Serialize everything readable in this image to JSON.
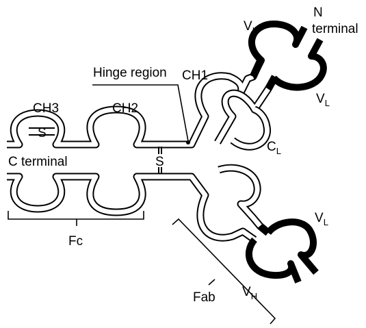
{
  "diagram": {
    "colors": {
      "line": "#000000",
      "background": "#ffffff"
    },
    "labels": {
      "n_terminal_line1": "N",
      "n_terminal_line2": "terminal",
      "vh_top_main": "V",
      "vh_top_sub": "H",
      "hinge_region": "Hinge region",
      "ch1": "CH1",
      "vl_top_main": "V",
      "vl_top_sub": "L",
      "cl_main": "C",
      "cl_sub": "L",
      "ch3": "CH3",
      "ch2": "CH2",
      "s_ch3": "S",
      "c_terminal": "C terminal",
      "s_hinge": "S",
      "vl_bottom_main": "V",
      "vl_bottom_sub": "L",
      "fc": "Fc",
      "fab": "Fab",
      "vh_bottom_main": "V",
      "vh_bottom_sub": "H"
    }
  }
}
